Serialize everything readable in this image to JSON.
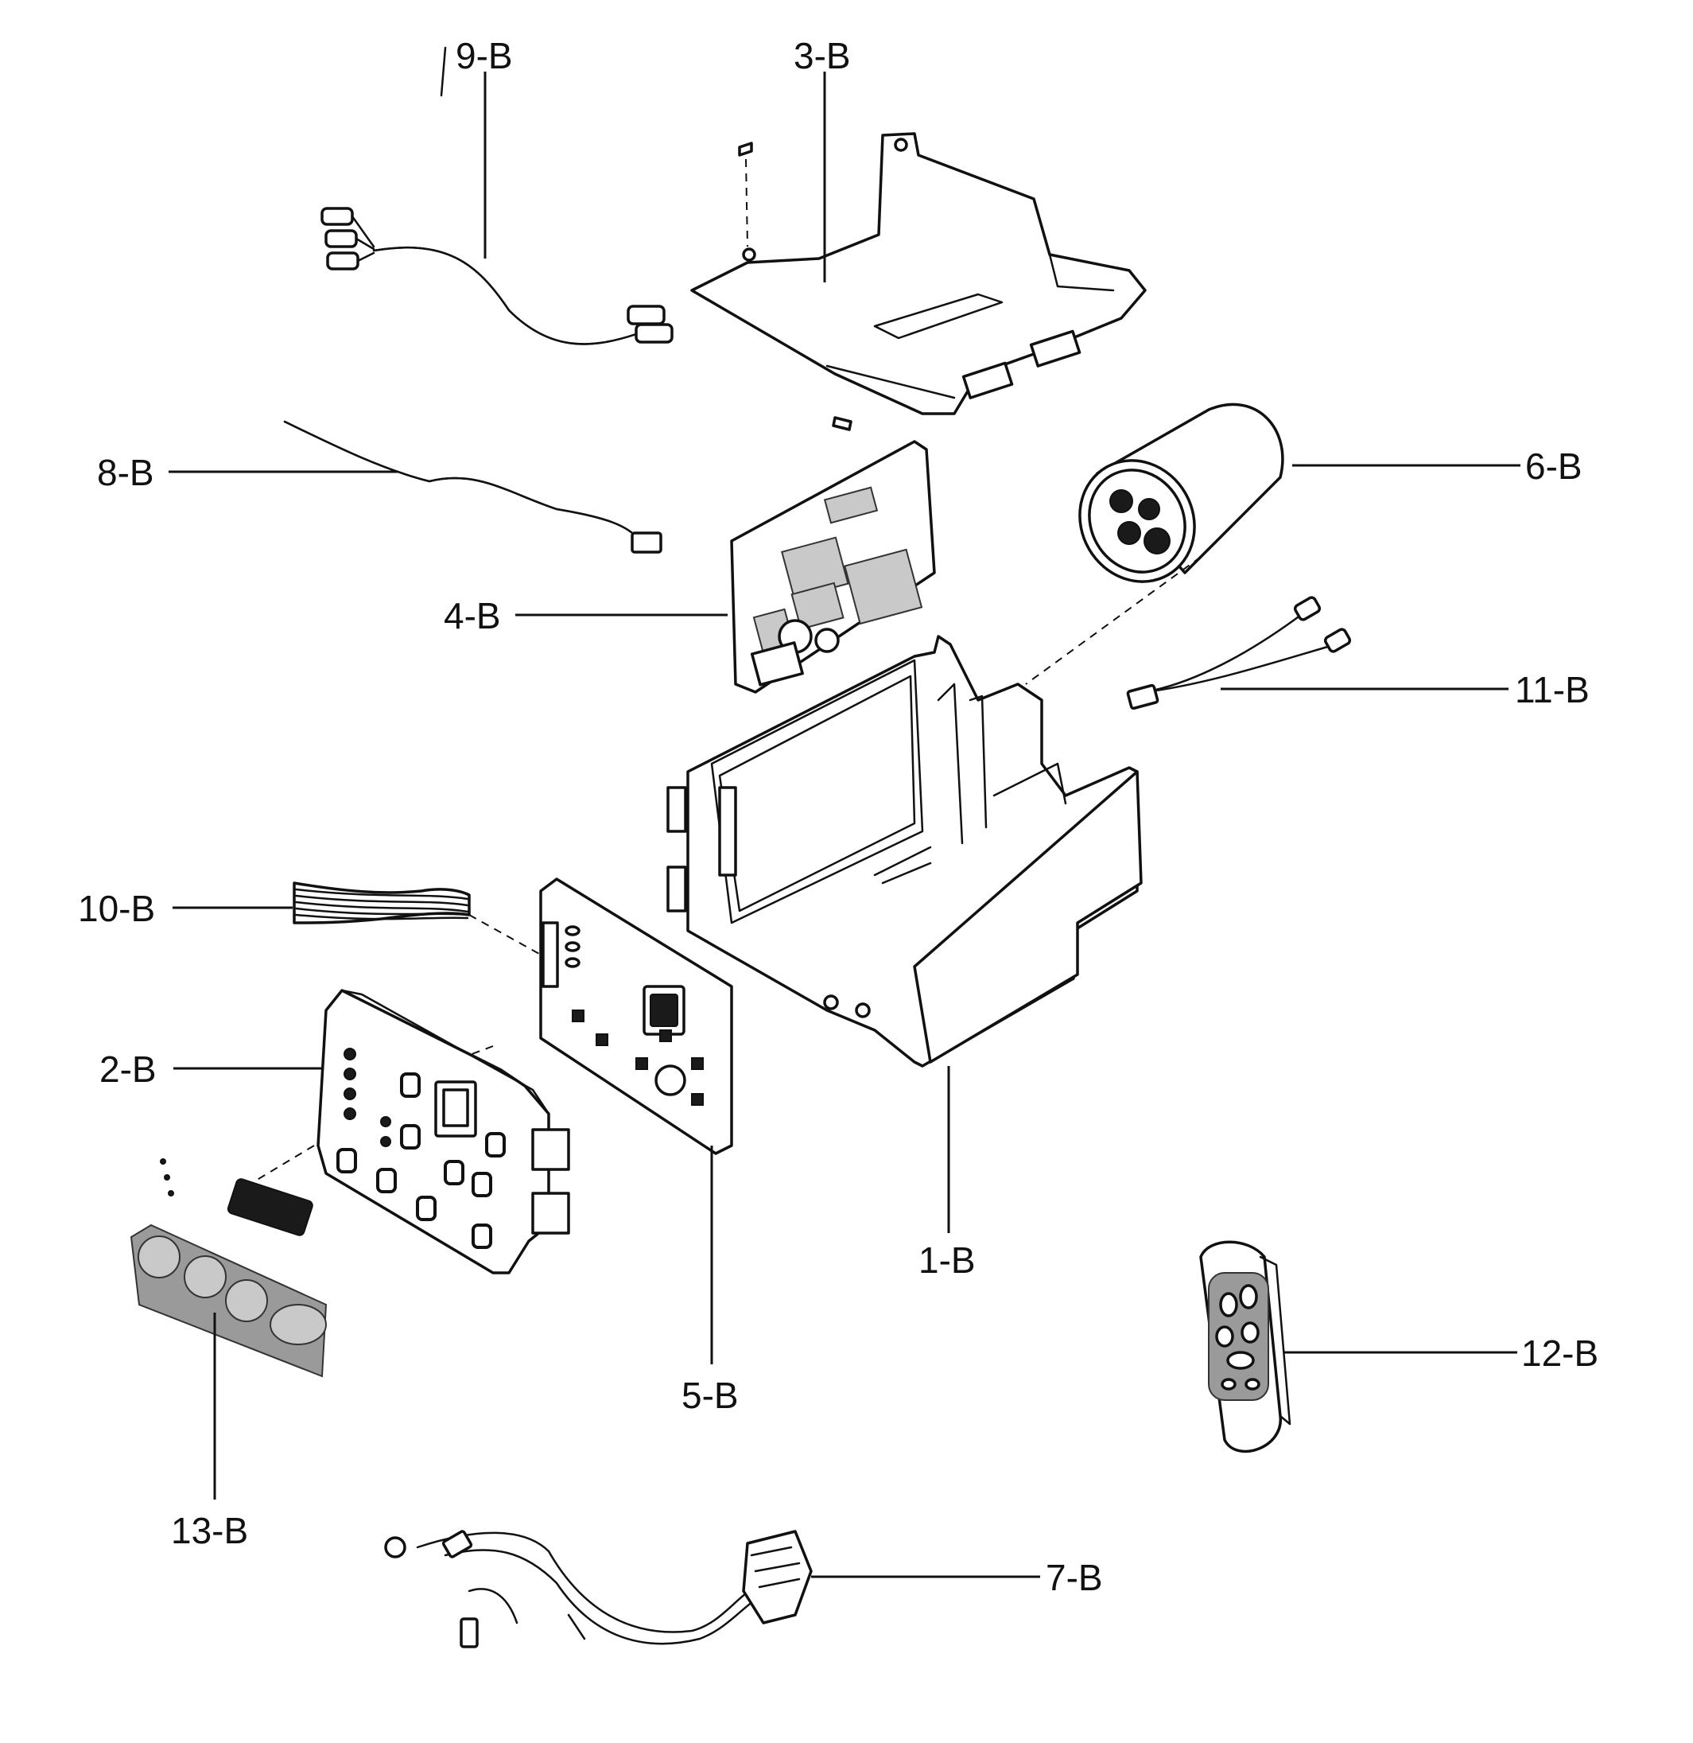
{
  "parts": [
    {
      "id": "1-B"
    },
    {
      "id": "2-B"
    },
    {
      "id": "3-B"
    },
    {
      "id": "4-B"
    },
    {
      "id": "5-B"
    },
    {
      "id": "6-B"
    },
    {
      "id": "7-B"
    },
    {
      "id": "8-B"
    },
    {
      "id": "9-B"
    },
    {
      "id": "10-B"
    },
    {
      "id": "11-B"
    },
    {
      "id": "12-B"
    },
    {
      "id": "13-B"
    }
  ]
}
